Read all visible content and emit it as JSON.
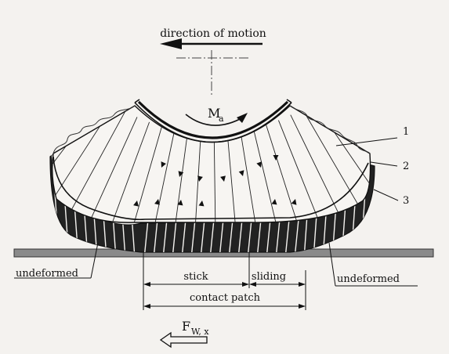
{
  "labels": {
    "direction": "direction of motion",
    "moment_main": "M",
    "moment_sub": "a",
    "force_main": "F",
    "force_sub": "W, x",
    "callout_1": "1",
    "callout_2": "2",
    "callout_3": "3",
    "undeformed_left": "undeformed",
    "undeformed_right": "undeformed",
    "stick": "stick",
    "sliding": "sliding",
    "contact_patch": "contact patch"
  },
  "colors": {
    "background": "#f4f2ef",
    "ink": "#111111",
    "tread": "#222222",
    "road": "#8a8a8a"
  }
}
